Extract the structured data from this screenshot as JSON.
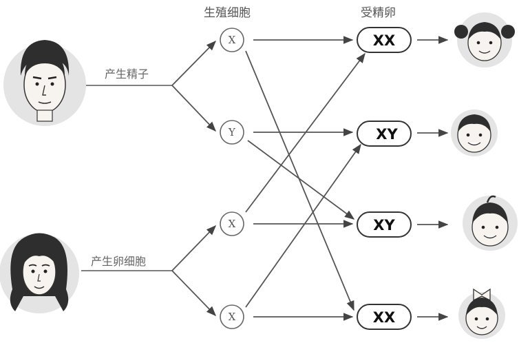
{
  "headers": {
    "gametes": "生殖细胞",
    "zygotes": "受精卵"
  },
  "labels": {
    "father": "产生精子",
    "mother": "产生卵细胞"
  },
  "gametes": {
    "sperm": [
      "X",
      "Y"
    ],
    "eggs": [
      "X",
      "X"
    ]
  },
  "zygotes": [
    "XX",
    "XY",
    "XY",
    "XX"
  ],
  "children": [
    "girl-with-pigtails-icon",
    "boy-icon",
    "boy-icon",
    "girl-with-bow-icon"
  ],
  "parents": [
    "father-face-icon",
    "mother-face-icon"
  ]
}
